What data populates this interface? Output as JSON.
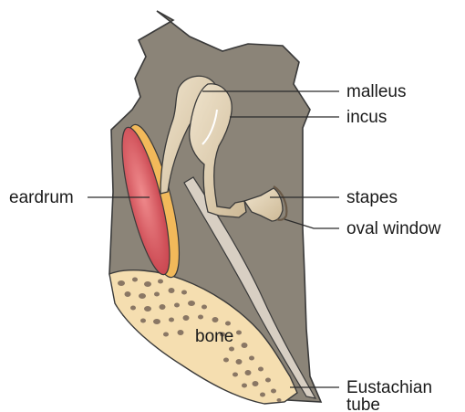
{
  "labels": {
    "eardrum": "eardrum",
    "malleus": "malleus",
    "incus": "incus",
    "stapes": "stapes",
    "oval_window": "oval window",
    "bone": "bone",
    "eustachian_line1": "Eustachian",
    "eustachian_line2": "tube"
  },
  "colors": {
    "tissue": "#8b8478",
    "tissue_outline": "#3a3a3a",
    "bone_fill": "#f5deb0",
    "bone_dots": "#8a7764",
    "ossicle": "#ddcdb0",
    "eardrum_red": "#e0666c",
    "eardrum_rim": "#f2b95a",
    "tube": "#d8cfc3"
  }
}
